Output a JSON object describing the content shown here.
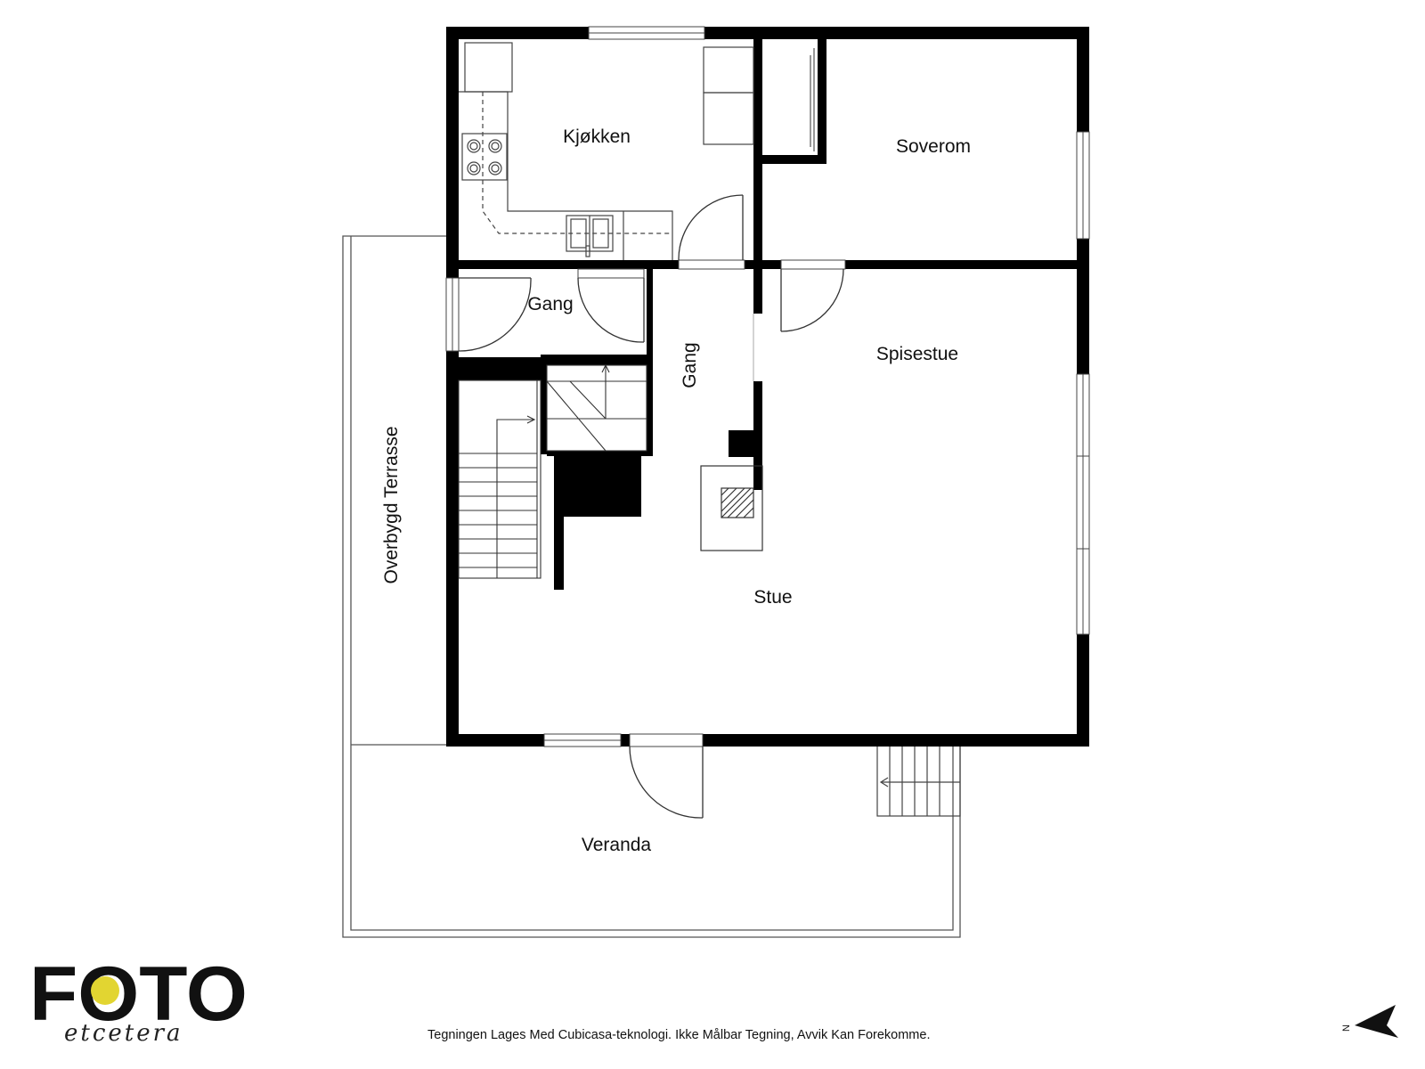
{
  "rooms": {
    "kitchen": "Kjøkken",
    "bedroom": "Soverom",
    "hall_left": "Gang",
    "hall_vertical": "Gang",
    "dining": "Spisestue",
    "living": "Stue",
    "terrace": "Overbygd Terrasse",
    "veranda": "Veranda"
  },
  "logo": {
    "main": "FOTO",
    "sub": "etcetera",
    "accent_color": "#e2d531"
  },
  "footer": {
    "note": "Tegningen Lages Med Cubicasa-teknologi. Ikke Målbar Tegning, Avvik Kan Forekomme."
  },
  "compass": {
    "letter": "N"
  },
  "colors": {
    "wall": "#000000",
    "line": "#555555",
    "background": "#ffffff"
  }
}
